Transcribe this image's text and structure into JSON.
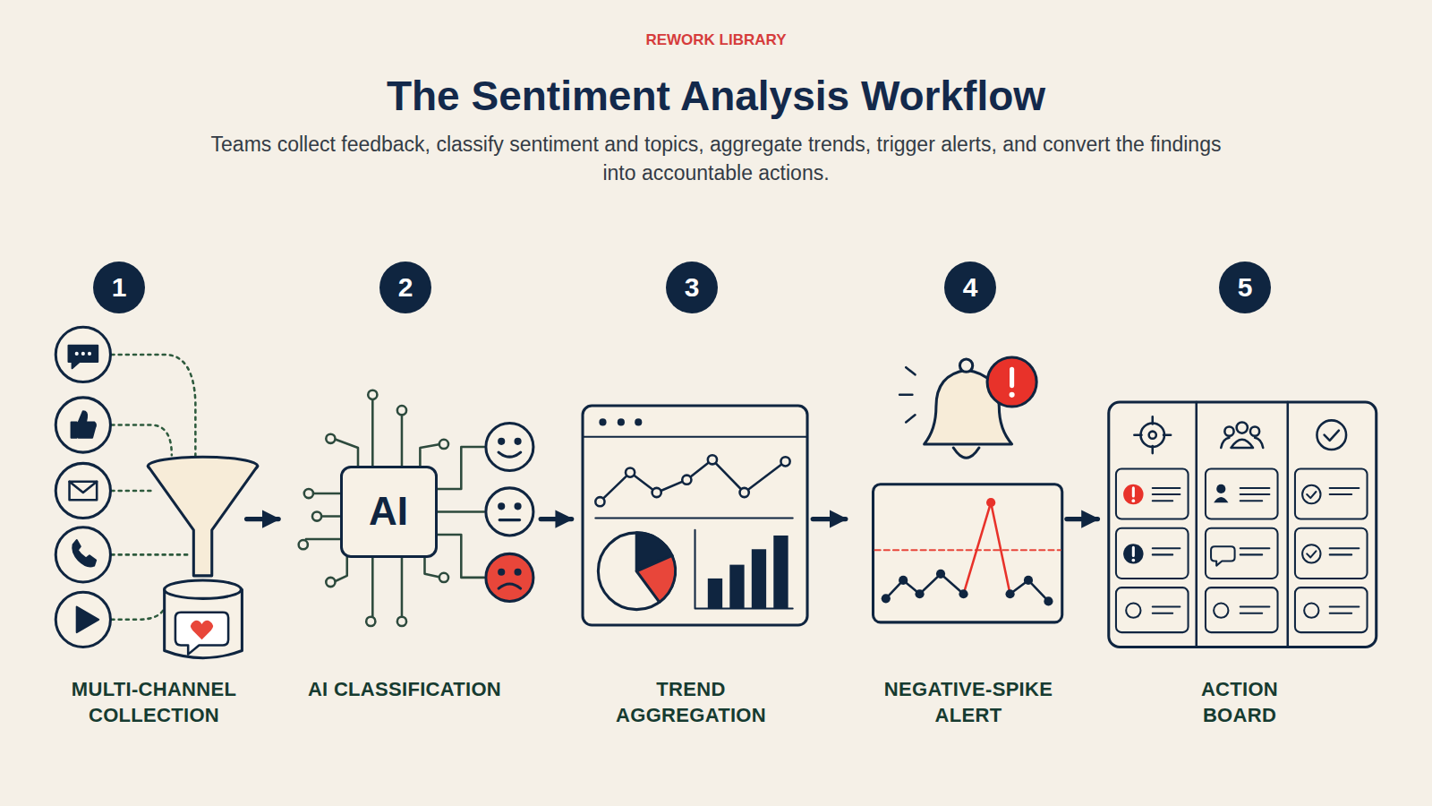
{
  "diagram": {
    "title": "The Sentiment Analysis Workflow",
    "caption": "Teams collect feedback, classify sentiment and topics, aggregate trends, trigger alerts, and convert the findings into accountable actions.",
    "nodes": [
      {
        "text": [
          "1"
        ]
      },
      {
        "text": [
          "2"
        ]
      },
      {
        "text": [
          "3"
        ]
      },
      {
        "text": [
          "4"
        ]
      },
      {
        "text": [
          "5"
        ]
      },
      {
        "text": [
          "AI"
        ]
      }
    ],
    "edges": [],
    "labels": [
      "REWORK LIBRARY",
      "MULTI-CHANNEL COLLECTION",
      "AI CLASSIFICATION",
      "TREND AGGREGATION",
      "NEGATIVE-SPIKE ALERT",
      "ACTION BOARD"
    ]
  }
}
